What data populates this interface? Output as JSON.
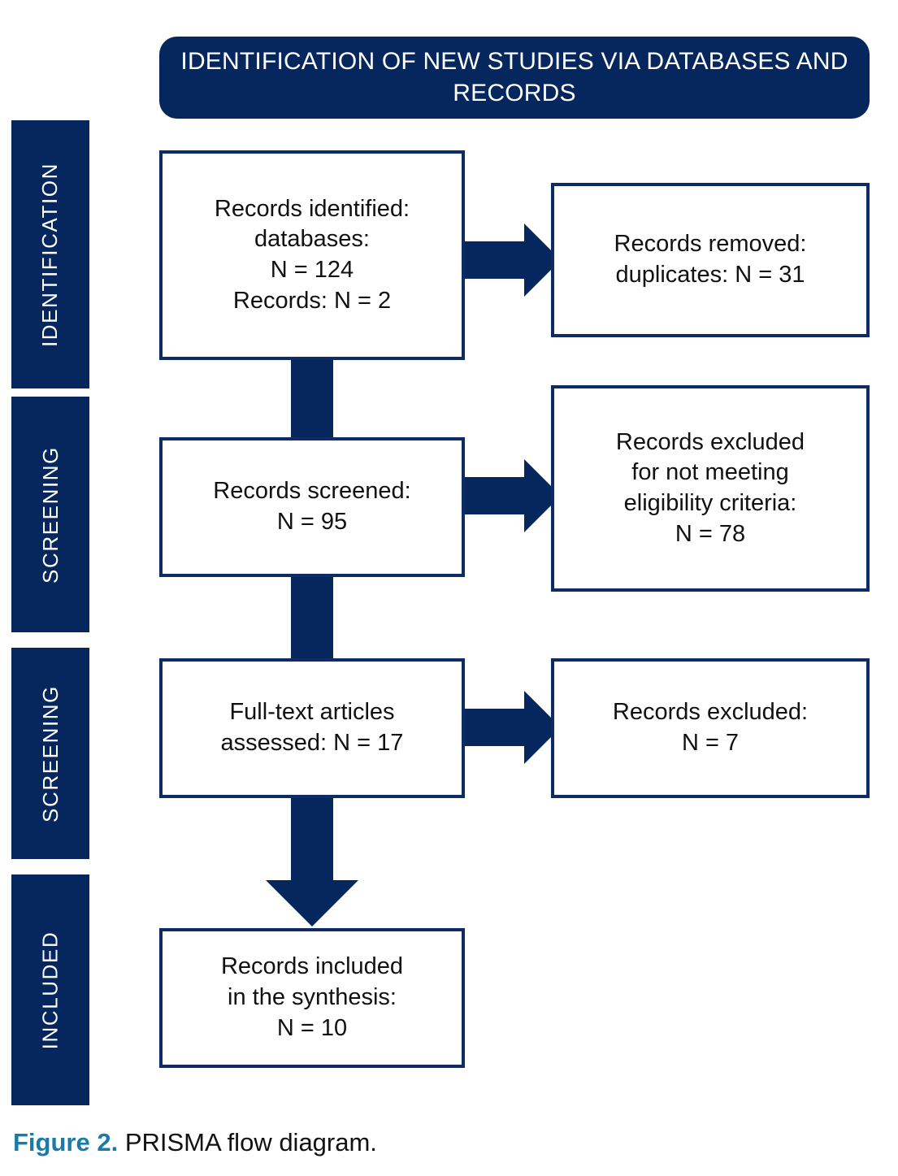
{
  "figure": {
    "type": "prisma-flow-diagram",
    "banner_title": "IDENTIFICATION OF NEW STUDIES VIA DATABASES AND RECORDS",
    "caption_label": "Figure 2.",
    "caption_text": " PRISMA flow diagram."
  },
  "colors": {
    "navy": "#06265e",
    "box_border": "#0c2c63",
    "caption_accent": "#1b7ba8",
    "box_fill": "#ffffff",
    "page_background": "#ffffff",
    "banner_text": "#ffffff",
    "box_text": "#111111"
  },
  "stages": [
    {
      "label": "IDENTIFICATION"
    },
    {
      "label": "SCREENING"
    },
    {
      "label": "SCREENING"
    },
    {
      "label": "INCLUDED"
    }
  ],
  "boxes": {
    "identified": {
      "text": "Records identified:\ndatabases:\nN = 124\nRecords: N = 2",
      "lines": [
        "Records identified:",
        "databases:",
        "N = 124",
        "Records: N = 2"
      ],
      "counts": {
        "databases": 124,
        "records": 2
      }
    },
    "removed": {
      "text": "Records removed:\nduplicates: N = 31",
      "lines": [
        "Records removed:",
        "duplicates: N = 31"
      ],
      "counts": {
        "duplicates": 31
      }
    },
    "screened": {
      "text": "Records screened:\nN = 95",
      "lines": [
        "Records screened:",
        "N = 95"
      ],
      "counts": {
        "screened": 95
      }
    },
    "excluded_eligibility": {
      "text": "Records excluded\nfor not meeting\neligibility criteria:\nN = 78",
      "lines": [
        "Records excluded",
        "for not meeting",
        "eligibility criteria:",
        "N = 78"
      ],
      "counts": {
        "excluded": 78
      }
    },
    "fulltext": {
      "text": "Full-text articles\nassessed: N = 17",
      "lines": [
        "Full-text articles",
        "assessed: N = 17"
      ],
      "counts": {
        "assessed": 17
      }
    },
    "excluded_fulltext": {
      "text": "Records excluded:\nN = 7",
      "lines": [
        "Records excluded:",
        "N = 7"
      ],
      "counts": {
        "excluded": 7
      }
    },
    "included": {
      "text": "Records included\nin the synthesis:\nN = 10",
      "lines": [
        "Records included",
        "in the synthesis:",
        "N = 10"
      ],
      "counts": {
        "included": 10
      }
    }
  },
  "connectors": [
    {
      "name": "identified-to-screened",
      "kind": "vertical-bar",
      "arrowhead": false
    },
    {
      "name": "identified-to-removed",
      "kind": "horizontal-arrow",
      "arrowhead": true
    },
    {
      "name": "screened-to-fulltext",
      "kind": "vertical-bar",
      "arrowhead": false
    },
    {
      "name": "screened-to-excluded-eligibility",
      "kind": "horizontal-arrow",
      "arrowhead": true
    },
    {
      "name": "fulltext-to-included",
      "kind": "vertical-arrow",
      "arrowhead": true
    },
    {
      "name": "fulltext-to-excluded-fulltext",
      "kind": "horizontal-arrow",
      "arrowhead": true
    }
  ]
}
